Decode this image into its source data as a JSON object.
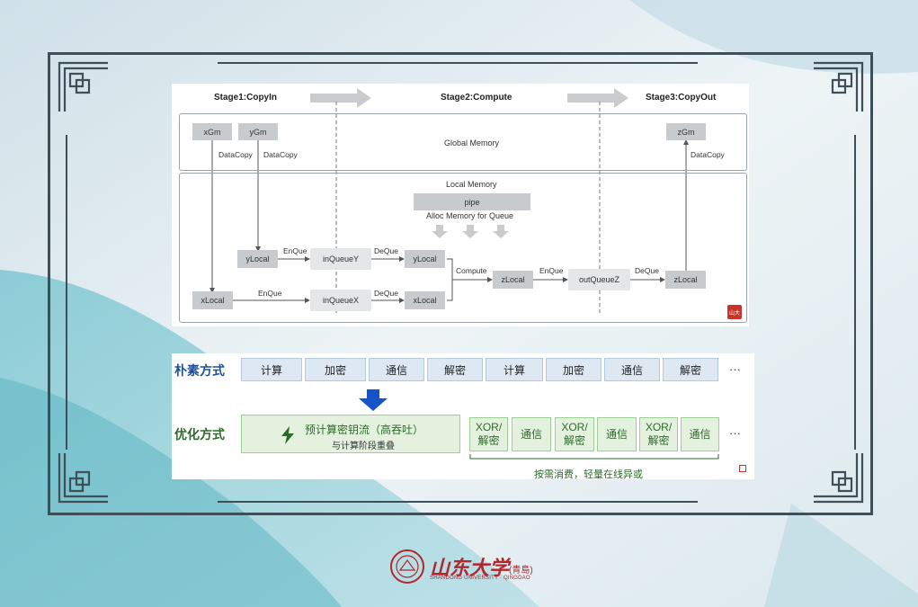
{
  "diagram": {
    "stages": [
      "Stage1:CopyIn",
      "Stage2:Compute",
      "Stage3:CopyOut"
    ],
    "global_memory": {
      "label": "Global Memory",
      "nodes": {
        "x": "xGm",
        "y": "yGm",
        "z": "zGm"
      },
      "datacopy_labels": [
        "DataCopy",
        "DataCopy",
        "DataCopy"
      ]
    },
    "local_memory": {
      "label": "Local Memory",
      "pipe": "pipe",
      "alloc": "Alloc Memory for Queue",
      "nodes": {
        "ylocal_in": "yLocal",
        "xlocal_in": "xLocal",
        "inqueue_y": "inQueueY",
        "inqueue_x": "inQueueX",
        "ylocal_mid": "yLocal",
        "xlocal_mid": "xLocal",
        "zlocal_mid": "zLocal",
        "outqueue_z": "outQueueZ",
        "zlocal_out": "zLocal"
      },
      "edge_labels": {
        "enque_y": "EnQue",
        "enque_x": "EnQue",
        "deque_y": "DeQue",
        "deque_x": "DeQue",
        "compute": "Compute",
        "enque_z": "EnQue",
        "deque_z": "DeQue"
      }
    },
    "logo_text": "山大"
  },
  "comparison": {
    "naive": {
      "label": "朴素方式",
      "cells": [
        "计算",
        "加密",
        "通信",
        "解密",
        "计算",
        "加密",
        "通信",
        "解密"
      ],
      "ellipsis": "···"
    },
    "optimized": {
      "label": "优化方式",
      "main_title": "预计算密钥流（高吞吐）",
      "main_sub": "与计算阶段重叠",
      "cells": [
        {
          "l1": "XOR/",
          "l2": "解密"
        },
        {
          "l1": "通信",
          "l2": ""
        },
        {
          "l1": "XOR/",
          "l2": "解密"
        },
        {
          "l1": "通信",
          "l2": ""
        },
        {
          "l1": "XOR/",
          "l2": "解密"
        },
        {
          "l1": "通信",
          "l2": ""
        }
      ],
      "ellipsis": "···",
      "brace_label": "按需消费，轻量在线异或"
    }
  },
  "footer": {
    "school_name": "山东大学",
    "campus": "(青島)",
    "english": "SHANDONG UNIVERSITY · QINGDAO"
  },
  "colors": {
    "frame": "#3e4f58",
    "naive_label": "#1f4f9c",
    "optimized_label": "#2d6b2a",
    "arrow_blue": "#1652c8",
    "brand_red": "#b3262b"
  }
}
